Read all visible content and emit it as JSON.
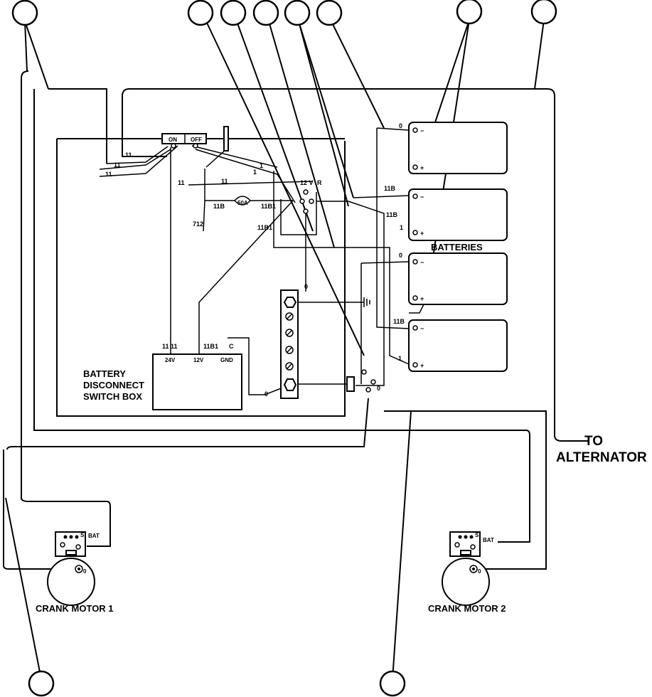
{
  "diagram": {
    "title_lines": {
      "alt1": "TO",
      "alt2": "ALTERNATOR"
    },
    "switch_box": {
      "line1": "BATTERY",
      "line2": "DISCONNECT",
      "line3": "SWITCH BOX"
    },
    "switch_box_terminals": {
      "t24": "24V",
      "t12": "12V",
      "gnd": "GND"
    },
    "switch_box_wire_labels": {
      "w11a": "11",
      "w11b": "11",
      "w11b1": "11B1",
      "wc": "C"
    },
    "disconnect_switch": {
      "on": "ON",
      "off": "OFF"
    },
    "batteries_label": "BATTERIES",
    "battery_polarity": {
      "neg": "−",
      "pos": "+"
    },
    "fuse_label": "50A",
    "relay_labels": {
      "v12": "12 V",
      "r": "R"
    },
    "wire_labels": {
      "w11_1": "11",
      "w11_2": "11",
      "w11_3": "11",
      "w11_4": "11",
      "w1_1": "1",
      "w1_2": "1",
      "w1_3": "1",
      "w1_4": "1",
      "w11b_1": "11B",
      "w11b_2": "11B",
      "w11b_3": "11B",
      "w11b_4": "11B",
      "w11b1_1": "11B1",
      "w11b1_2": "11B1",
      "w0_1": "0",
      "w0_2": "0",
      "w0_3": "0",
      "w0_4": "0",
      "w0_5": "0",
      "w712": "712"
    },
    "motor1": {
      "label": "CRANK MOTOR 1",
      "bat": "BAT",
      "s": "S",
      "zero": "0"
    },
    "motor2": {
      "label": "CRANK MOTOR 2",
      "bat": "BAT",
      "s": "S",
      "zero": "0"
    }
  }
}
